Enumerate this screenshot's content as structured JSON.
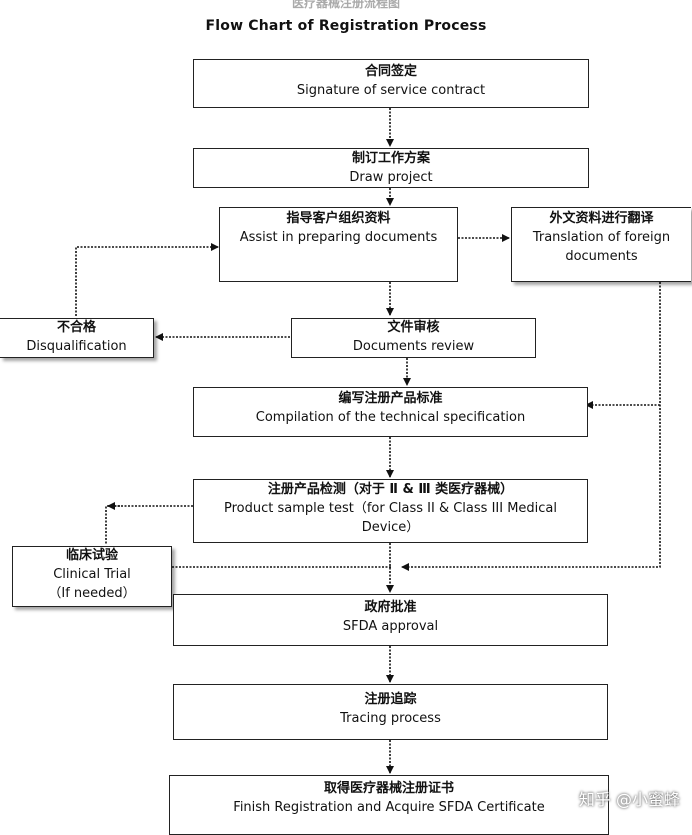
{
  "header": {
    "faded_title": "医疗器械注册流程图",
    "title": "Flow Chart of Registration Process"
  },
  "steps": {
    "contract": {
      "zh": "合同签定",
      "en": "Signature of service contract"
    },
    "draw": {
      "zh": "制订工作方案",
      "en": "Draw project"
    },
    "assist": {
      "zh": "指导客户组织资料",
      "en": "Assist in preparing documents"
    },
    "translation": {
      "zh": "外文资料进行翻译",
      "en1": "Translation of foreign",
      "en2": "documents"
    },
    "disqualify": {
      "zh": "不合格",
      "en": "Disqualification"
    },
    "review": {
      "zh": "文件审核",
      "en": "Documents review"
    },
    "spec": {
      "zh": "编写注册产品标准",
      "en": "Compilation of the technical specification"
    },
    "sample": {
      "zh": "注册产品检测（对于 Ⅱ & Ⅲ 类医疗器械）",
      "en1": "Product sample test（for Class II & Class III Medical",
      "en2": "Device）"
    },
    "clinical": {
      "zh": "临床试验",
      "en1": "Clinical Trial",
      "en2": "（If needed）"
    },
    "sfda": {
      "zh": "政府批准",
      "en": "SFDA approval"
    },
    "tracing": {
      "zh": "注册追踪",
      "en": "Tracing process"
    },
    "finish": {
      "zh": "取得医疗器械注册证书",
      "en": "Finish Registration and Acquire SFDA Certificate"
    }
  },
  "watermark": "知乎 @小蜜蜂"
}
